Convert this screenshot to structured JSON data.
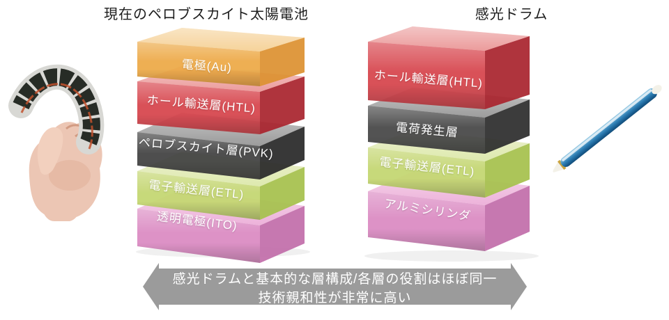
{
  "left_panel": {
    "title": "現在のペロブスカイト太陽電池",
    "photo": "flexible-perovskite-solar-cell-held-in-hand",
    "layers": [
      {
        "label": "電極(Au)",
        "color_front": "#eda946",
        "color_top": "#f5cd8d",
        "color_side": "#dd9232"
      },
      {
        "label": "ホール輸送層(HTL)",
        "color_front": "#d7444c",
        "color_top": "#e98f8f",
        "color_side": "#aa252f"
      },
      {
        "label": "ペロブスカイト層(PVK)",
        "color_front": "#414141",
        "color_top": "#8f8f8f",
        "color_side": "#2a2a2a"
      },
      {
        "label": "電子輸送層(ETL)",
        "color_front": "#c5d773",
        "color_top": "#dbe7a6",
        "color_side": "#a8c251"
      },
      {
        "label": "透明電極(ITO)",
        "color_front": "#dc8dc4",
        "color_top": "#ecabd7",
        "color_side": "#c371ac"
      }
    ]
  },
  "right_panel": {
    "title": "感光ドラム",
    "photo": "blue-photosensitive-drum-cylinder",
    "layers": [
      {
        "label": "ホール輸送層(HTL)",
        "color_front": "#d7444c",
        "color_top": "#e98f8f",
        "color_side": "#aa252f"
      },
      {
        "label": "電荷発生層",
        "color_front": "#474747",
        "color_top": "#909090",
        "color_side": "#2e2e2e"
      },
      {
        "label": "電子輸送層(ETL)",
        "color_front": "#c5d773",
        "color_top": "#dbe7a6",
        "color_side": "#a8c251"
      },
      {
        "label": "アルミシリンダ",
        "color_front": "#dc8dc4",
        "color_top": "#ecabd7",
        "color_side": "#c371ac"
      }
    ]
  },
  "banner": {
    "line1": "感光ドラムと基本的な層構成/各層の役割はほぼ同一",
    "line2": "技術親和性が非常に高い",
    "color": "#9b9b9b",
    "text_color": "#ffffff"
  }
}
